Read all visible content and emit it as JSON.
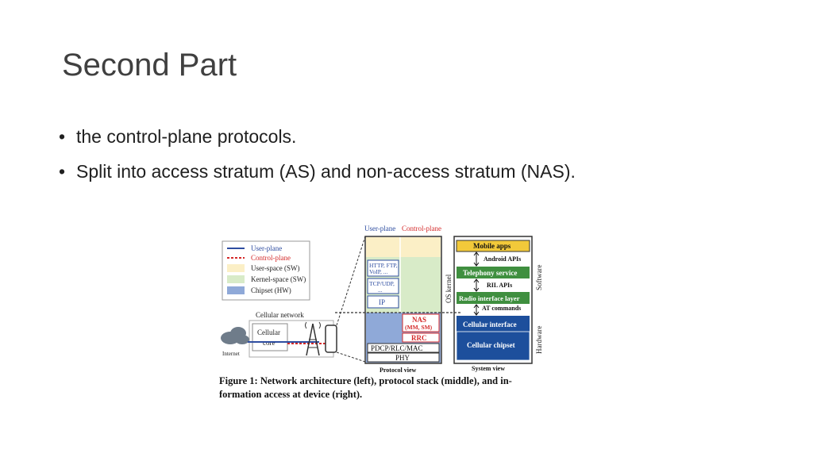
{
  "slide": {
    "title": "Second Part",
    "bullets": [
      "the control-plane protocols.",
      "Split into access stratum (AS) and non-access stratum (NAS)."
    ]
  },
  "figure": {
    "legend": {
      "user_plane": "User-plane",
      "control_plane": "Control-plane",
      "user_space": "User-space (SW)",
      "kernel_space": "Kernel-space (SW)",
      "chipset": "Chipset (HW)"
    },
    "network": {
      "title": "Cellular network",
      "core_line1": "Cellular",
      "core_line2": "core",
      "internet": "Internet"
    },
    "protocol": {
      "user_plane_header": "User-plane",
      "control_plane_header": "Control-plane",
      "app_line1": "HTTP, FTP,",
      "app_line2": "VoIP, ...",
      "tcp_line1": "TCP/UDP,",
      "tcp_line2": "...",
      "ip": "IP",
      "nas": "NAS",
      "nas_sub": "(MM, SM)",
      "rrc": "RRC",
      "pdcp": "PDCP/RLC/MAC",
      "phy": "PHY",
      "os_kernel": "OS kernel",
      "view_label": "Protocol view"
    },
    "system": {
      "mobile_apps": "Mobile apps",
      "android_apis": "Android APIs",
      "telephony": "Telephony service",
      "ril_apis": "RIL APIs",
      "radio_layer": "Radio interface layer",
      "at_commands": "AT commands",
      "cellular_interface": "Cellular interface",
      "cellular_chipset": "Cellular chipset",
      "software": "Software",
      "hardware": "Hardware",
      "view_label": "System view"
    },
    "caption_line1": "Figure 1:  Network architecture (left), protocol stack (middle), and in-",
    "caption_line2": "formation access at device (right).",
    "colors": {
      "user_plane": "#2e4da0",
      "control_plane": "#d42a2a",
      "user_space": "#fbefc6",
      "kernel_space": "#d8ebc8",
      "chipset": "#8fa9d8",
      "mobile_apps": "#f2c93a",
      "telephony": "#3f8f3f",
      "cellular": "#1d4f9c"
    }
  }
}
